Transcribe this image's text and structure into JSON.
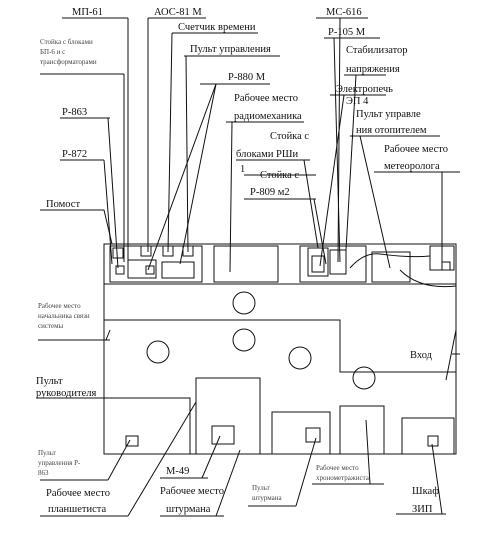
{
  "labels": {
    "mp61": "МП-61",
    "aos81m": "АОС-81 М",
    "time_counter": "Счетчик времени",
    "control_panel": "Пульт управления",
    "rack_trans_l1": "Стойка с блоками",
    "rack_trans_l2": "БП-6 и с",
    "rack_trans_l3": "трансформаторами",
    "r880m": "Р-880 М",
    "r863": "Р-863",
    "radio_mech_l1": "Рабочее место",
    "radio_mech_l2": "радиомеханика",
    "r872": "Р-872",
    "rack_rsh_l1": "Стойка с",
    "rack_rsh_l2": "блоками РШи",
    "rack_r809_num": "1",
    "rack_r809_l1": "Стойка с",
    "rack_r809_l2": "Р-809 м2",
    "ms616": "МС-616",
    "r105m": "Р-105 М",
    "stabilizer_l1": "Стабилизатор",
    "stabilizer_l2": "напряжения",
    "oven_l1": "Электропечь",
    "oven_l2": "ЭП 4",
    "heater_panel_l1": "Пульт управле",
    "heater_panel_l2": "ния отопителем",
    "meteo_l1": "Рабочее место",
    "meteo_l2": "метеоролога",
    "pomost": "Помост",
    "comm_place_l1": "Рабочее место",
    "comm_place_l2": "начальника связи",
    "comm_place_l3": "системы",
    "entrance": "Вход",
    "leader_panel_l1": "Пульт",
    "leader_panel_l2": "руководителя",
    "r863_panel_l1": "Пульт",
    "r863_panel_l2": "управления Р-",
    "r863_panel_l3": "863",
    "m49": "М-49",
    "plotter_l1": "Рабочее место",
    "plotter_l2": "планшетиста",
    "navigator_l1": "Рабочее место",
    "navigator_l2": "штурмана",
    "nav_panel_l1": "Пульт",
    "nav_panel_l2": "штурмана",
    "chrono_l1": "Рабочее место",
    "chrono_l2": "хронометражиста",
    "cabinet_l1": "Шкаф",
    "cabinet_l2": "ЗИП"
  }
}
